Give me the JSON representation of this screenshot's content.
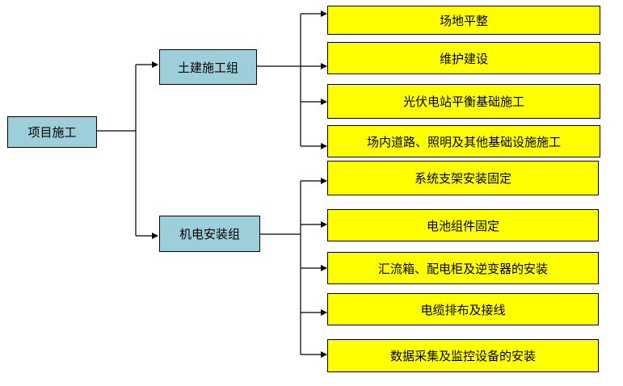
{
  "root": {
    "label": "项目施工"
  },
  "groups": [
    {
      "label": "土建施工组",
      "tasks": [
        "场地平整",
        "维护建设",
        "光伏电站平衡基础施工",
        "场内道路、照明及其他基础设施施工"
      ]
    },
    {
      "label": "机电安装组",
      "tasks": [
        "系统支架安装固定",
        "电池组件固定",
        "汇流箱、配电柜及逆变器的安装",
        "电缆排布及接线",
        "数据采集及监控设备的安装"
      ]
    }
  ],
  "colors": {
    "node_fill": "#9ccfd9",
    "task_fill": "#ffff00",
    "line": "#000000"
  }
}
